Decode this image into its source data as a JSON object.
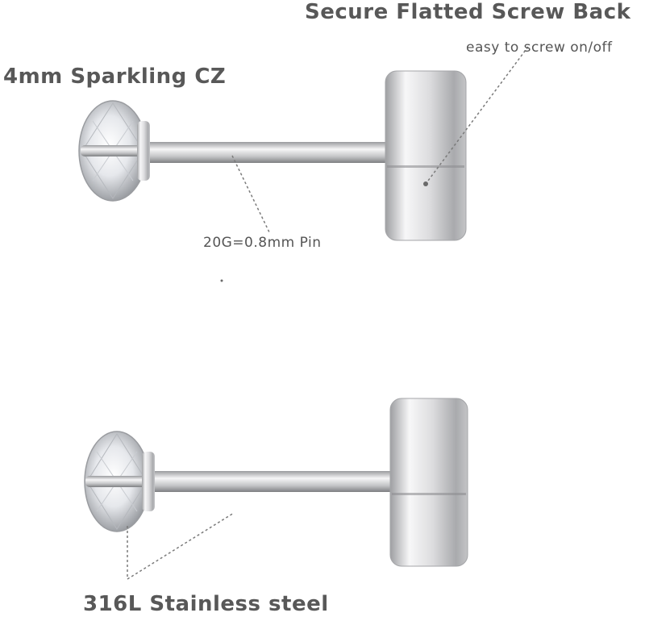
{
  "labels": {
    "screw_back": "Secure Flatted Screw Back",
    "screw_note": "easy to screw on/off",
    "cz": "4mm Sparkling CZ",
    "pin": "20G=0.8mm Pin",
    "material": "316L Stainless steel"
  },
  "colors": {
    "metal_light": "#f4f4f5",
    "metal_mid": "#c9cacc",
    "metal_dark": "#8c8d90",
    "leader_line": "#7a7a7a"
  }
}
